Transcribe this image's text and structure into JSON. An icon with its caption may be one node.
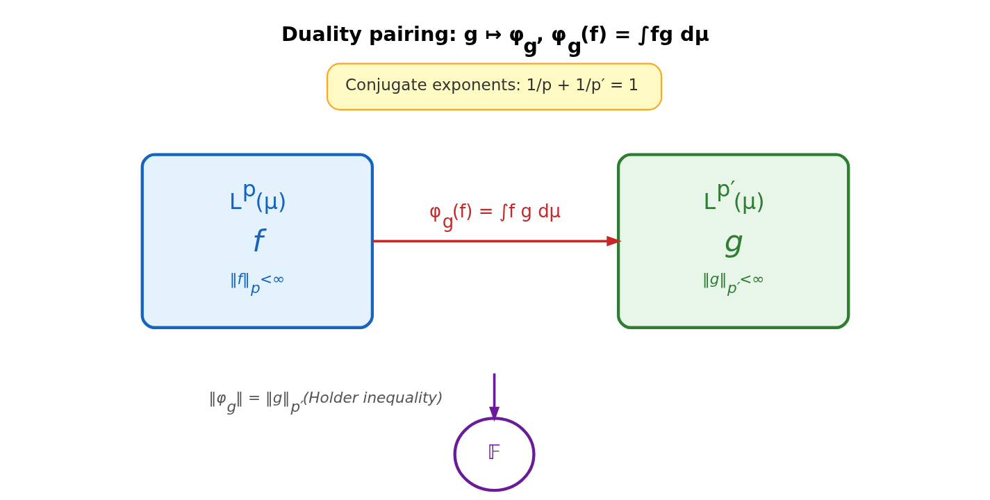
{
  "diagram": {
    "title": "**Duality pairing: g ↦ φ$_{g}$, φ$_{g}$(f) = ∫fg dμ**",
    "nodes": [
      {
        "text": [
          "Conjugate exponents: 1/p + 1/p′ = 1"
        ]
      },
      {
        "text": [
          "L$^{p}$(μ)",
          "f",
          "‖f‖$_{p}$<∞"
        ]
      },
      {
        "text": [
          "L$^{p′}$(μ)",
          "g",
          "‖g‖$_{p′}$<∞"
        ]
      },
      {
        "text": [
          "𝔽"
        ],
        "beside": [
          "‖φ$_{g}$‖ = ‖g‖$_{p′}$(Holder inequality)"
        ]
      }
    ],
    "edges": [
      {
        "from": 1,
        "to": 2,
        "arrow": "to",
        "label": "φ$_{g}$(f) = ∫f g dμ",
        "color": "#c62828"
      },
      {
        "from": null,
        "to": 3,
        "arrow": "to",
        "color": "#6a1b9a"
      }
    ]
  }
}
